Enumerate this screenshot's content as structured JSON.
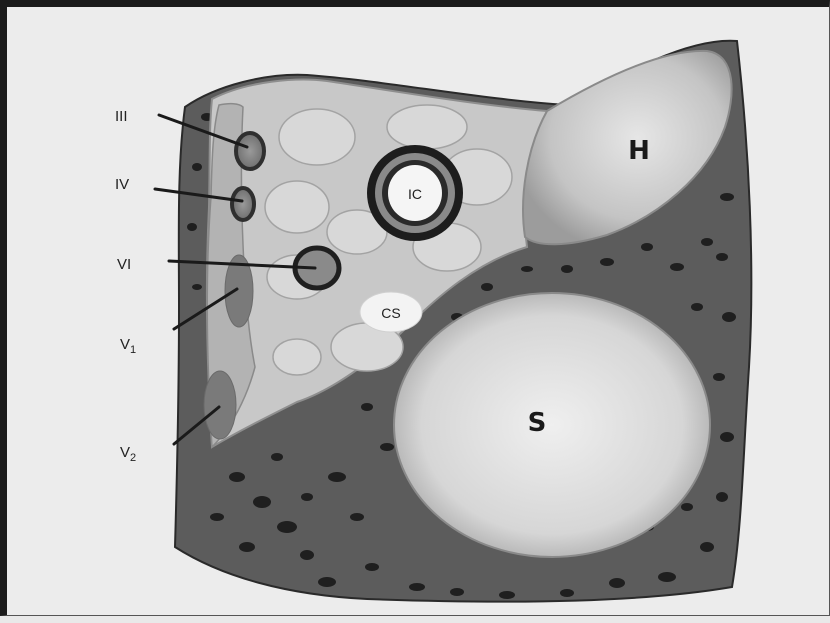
{
  "labels": {
    "n3": "III",
    "n4": "IV",
    "n6": "VI",
    "v1": {
      "base": "V",
      "sub": "1"
    },
    "v2": {
      "base": "V",
      "sub": "2"
    },
    "ic": "IC",
    "cs": "CS",
    "h": "H",
    "s": "S"
  },
  "colors": {
    "background": "#ececec",
    "bone": "#5b5b5b",
    "sinus": "#c9c9c9",
    "nerve": "#7c7c7c",
    "artery_wall": "#1d1d1d"
  }
}
